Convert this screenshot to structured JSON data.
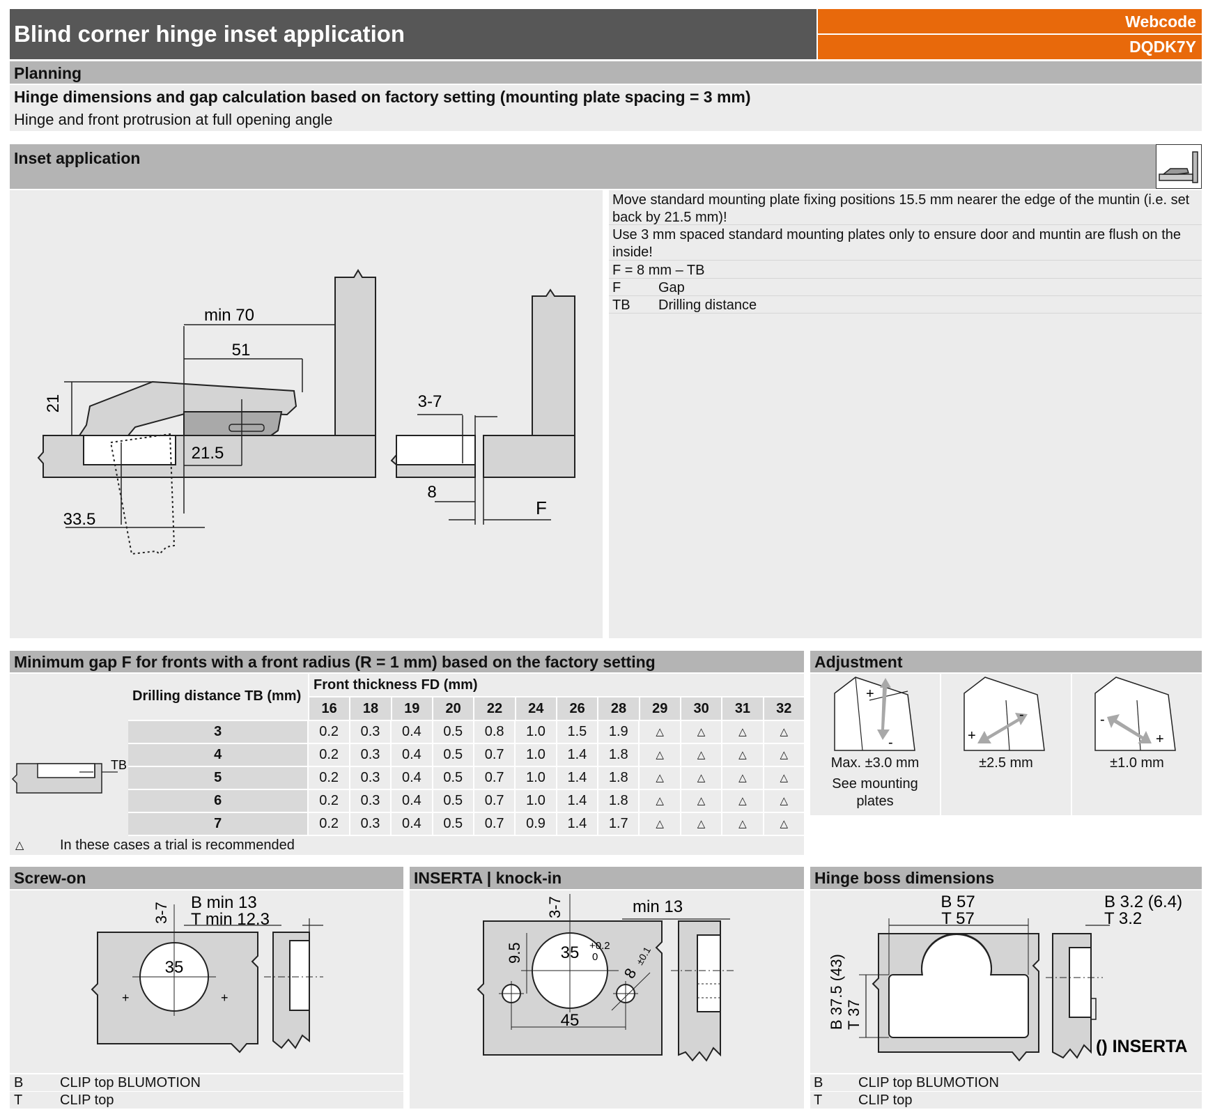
{
  "header": {
    "title": "Blind corner hinge inset application",
    "webcode_label": "Webcode",
    "webcode_value": "DQDK7Y"
  },
  "planning": {
    "label": "Planning",
    "subtitle": "Hinge dimensions and gap calculation based on factory setting (mounting plate spacing = 3 mm)",
    "description": "Hinge and front protrusion at full opening angle"
  },
  "inset": {
    "label": "Inset application",
    "icon": "inset-hinge-icon",
    "notes": [
      "Move standard mounting plate fixing positions 15.5 mm nearer the edge of the muntin (i.e. set",
      "back by 21.5 mm)!",
      "Use 3 mm spaced standard mounting plates only to ensure door and muntin are flush on the",
      "inside!",
      "F = 8 mm – TB"
    ],
    "legend": [
      {
        "key": "F",
        "value": "Gap"
      },
      {
        "key": "TB",
        "value": "Drilling distance"
      }
    ],
    "diagram_labels": {
      "min70": "min 70",
      "d51": "51",
      "d21": "21",
      "d215": "21.5",
      "d335": "33.5",
      "d37": "3-7",
      "d8": "8",
      "f": "F"
    }
  },
  "gap_table": {
    "title": "Minimum gap F for fronts with a front radius (R = 1 mm) based on the factory setting",
    "row_header": "Drilling distance TB (mm)",
    "col_group": "Front thickness FD (mm)",
    "tb_label": "TB",
    "columns": [
      "16",
      "18",
      "19",
      "20",
      "22",
      "24",
      "26",
      "28",
      "29",
      "30",
      "31",
      "32"
    ],
    "rows": [
      {
        "tb": "3",
        "values": [
          "0.2",
          "0.3",
          "0.4",
          "0.5",
          "0.8",
          "1.0",
          "1.5",
          "1.9",
          "△",
          "△",
          "△",
          "△"
        ]
      },
      {
        "tb": "4",
        "values": [
          "0.2",
          "0.3",
          "0.4",
          "0.5",
          "0.7",
          "1.0",
          "1.4",
          "1.8",
          "△",
          "△",
          "△",
          "△"
        ]
      },
      {
        "tb": "5",
        "values": [
          "0.2",
          "0.3",
          "0.4",
          "0.5",
          "0.7",
          "1.0",
          "1.4",
          "1.8",
          "△",
          "△",
          "△",
          "△"
        ]
      },
      {
        "tb": "6",
        "values": [
          "0.2",
          "0.3",
          "0.4",
          "0.5",
          "0.7",
          "1.0",
          "1.4",
          "1.8",
          "△",
          "△",
          "△",
          "△"
        ]
      },
      {
        "tb": "7",
        "values": [
          "0.2",
          "0.3",
          "0.4",
          "0.5",
          "0.7",
          "0.9",
          "1.4",
          "1.7",
          "△",
          "△",
          "△",
          "△"
        ]
      }
    ],
    "footnote_symbol": "△",
    "footnote": "In these cases a trial is recommended"
  },
  "adjustment": {
    "title": "Adjustment",
    "items": [
      {
        "label": "Max. ±3.0 mm",
        "extra1": "See mounting",
        "extra2": "plates"
      },
      {
        "label": "±2.5 mm"
      },
      {
        "label": "±1.0 mm"
      }
    ],
    "plus": "+",
    "minus": "-"
  },
  "screw_on": {
    "title": "Screw-on",
    "dim_b": "B min 13",
    "dim_t": "T min 12.3",
    "dim_37": "3-7",
    "dia": "35",
    "legend": [
      {
        "key": "B",
        "value": "CLIP top BLUMOTION"
      },
      {
        "key": "T",
        "value": "CLIP top"
      }
    ]
  },
  "inserta": {
    "title": "INSERTA | knock-in",
    "dim_37": "3-7",
    "dim_min13": "min 13",
    "dim_95": "9.5",
    "dia": "35",
    "tol_plus": "+0.2",
    "tol_zero": "0",
    "dim_8": "8",
    "dim_8_tol": "±0.1",
    "dim_45": "45"
  },
  "boss": {
    "title": "Hinge boss dimensions",
    "b57": "B 57",
    "t57": "T 57",
    "b32": "B 3.2 (6.4)",
    "t32": "T 3.2",
    "b375": "B 37.5 (43)",
    "t37": "T 37",
    "inserta_note": "() INSERTA",
    "legend": [
      {
        "key": "B",
        "value": "CLIP top BLUMOTION"
      },
      {
        "key": "T",
        "value": "CLIP top"
      }
    ]
  }
}
